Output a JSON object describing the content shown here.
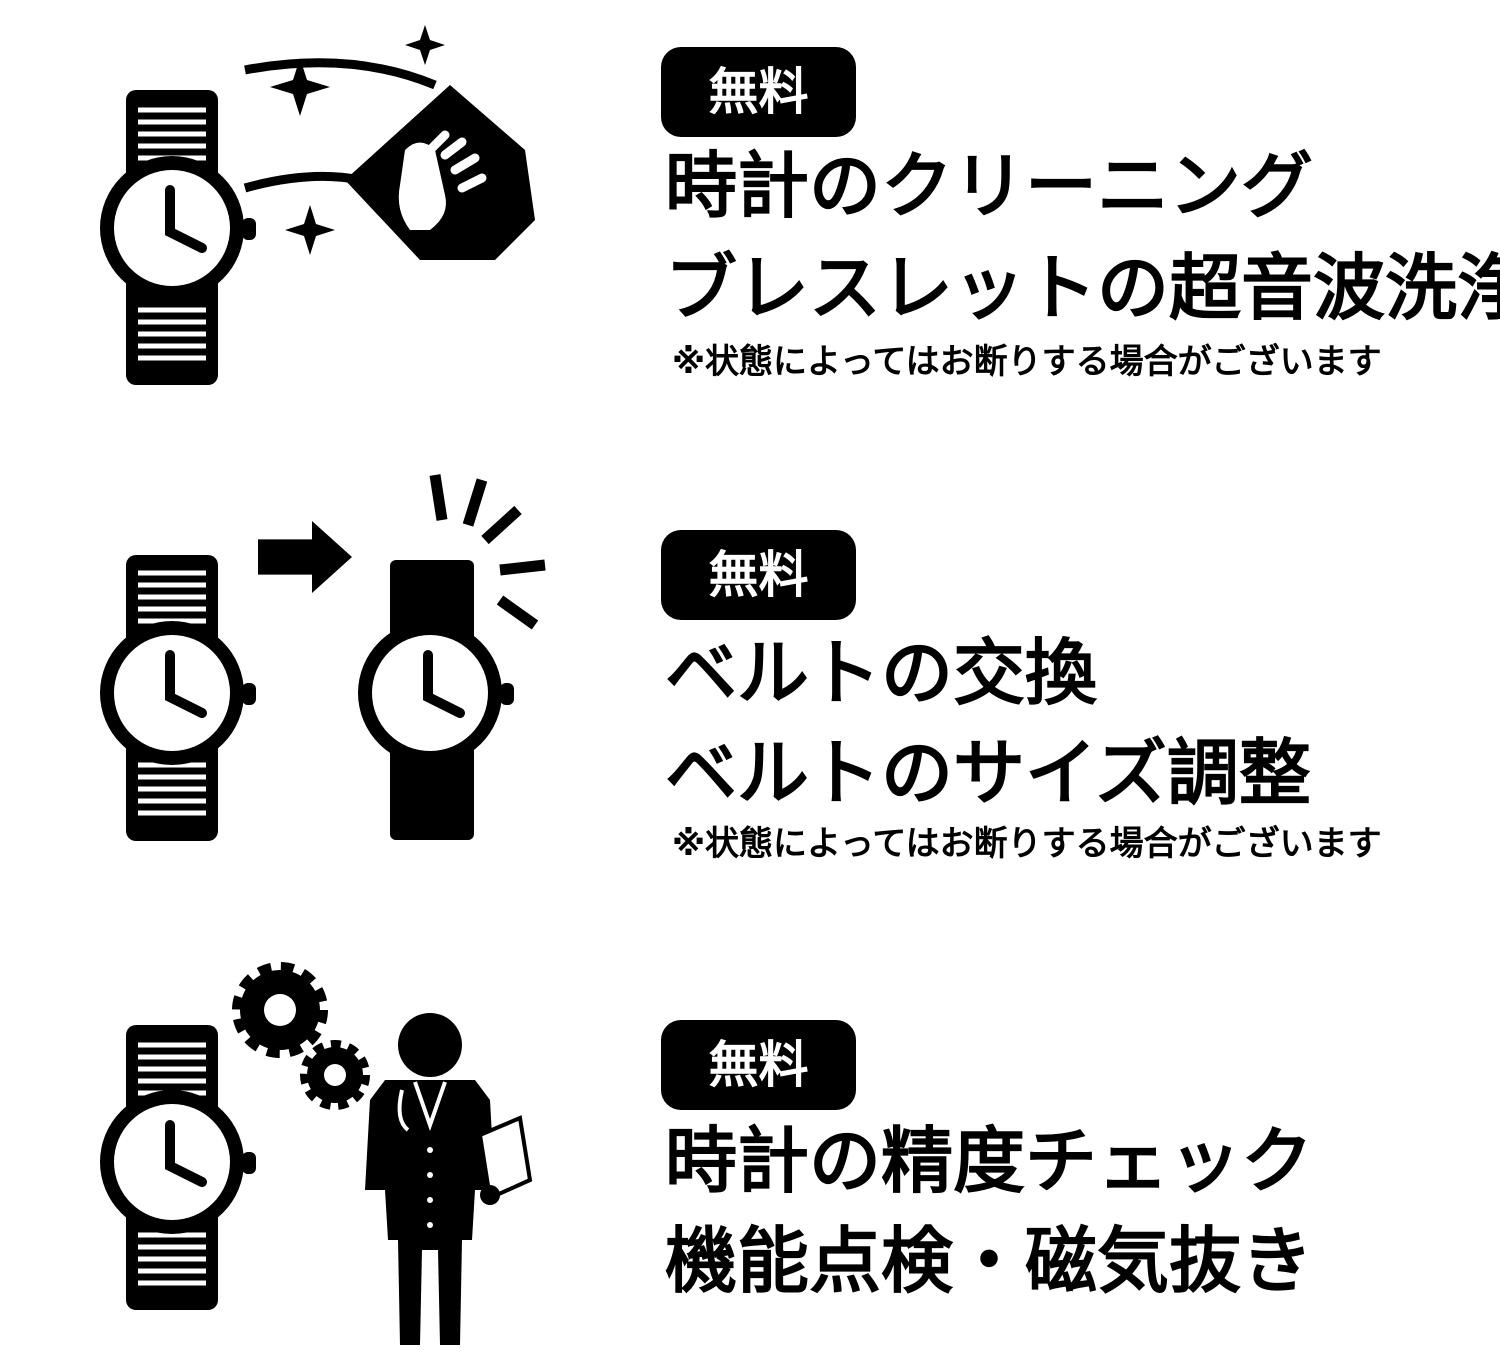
{
  "sections": [
    {
      "badge": "無料",
      "line1": "時計のクリーニング",
      "line2": "ブレスレットの超音波洗浄",
      "note": "※状態によってはお断りする場合がございます",
      "icon": "watch-cleaning-icon"
    },
    {
      "badge": "無料",
      "line1": "ベルトの交換",
      "line2": "ベルトのサイズ調整",
      "note": "※状態によってはお断りする場合がございます",
      "icon": "belt-exchange-icon"
    },
    {
      "badge": "無料",
      "line1": "時計の精度チェック",
      "line2": "機能点検・磁気抜き",
      "icon": "inspection-icon"
    }
  ],
  "colors": {
    "ink": "#000000",
    "background": "#ffffff",
    "badge_text": "#ffffff"
  }
}
